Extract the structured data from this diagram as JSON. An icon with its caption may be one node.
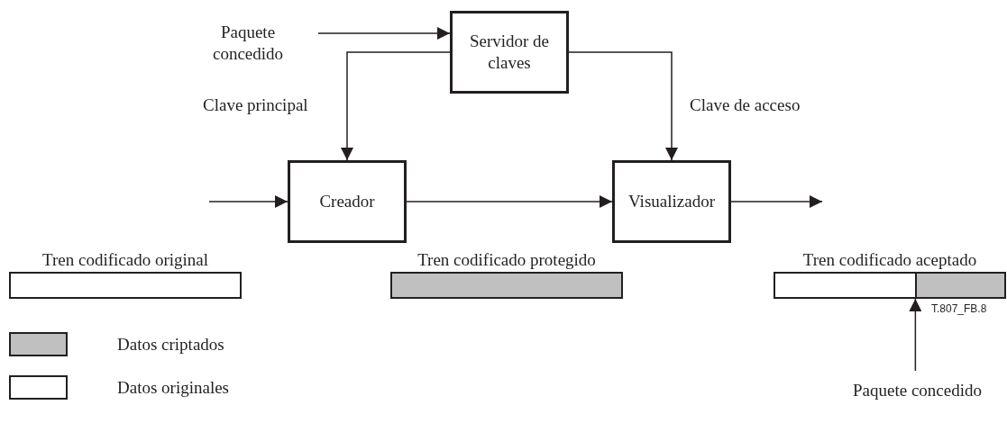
{
  "diagram": {
    "nodes": [
      {
        "text": [
          "Paquete concedido"
        ]
      },
      {
        "text": [
          "Servidor de claves"
        ]
      },
      {
        "text": [
          "Creador"
        ]
      },
      {
        "text": [
          "Visualizador"
        ]
      },
      {
        "text": [
          "Tren codificado original"
        ]
      },
      {
        "text": [
          "Tren codificado protegido"
        ]
      },
      {
        "text": [
          "Tren codificado aceptado"
        ]
      },
      {
        "text": [
          "Paquete concedido"
        ]
      }
    ],
    "edges": [
      {
        "from": 0,
        "to": 1,
        "arrow": "to"
      },
      {
        "from": 1,
        "to": 2,
        "arrow": "to",
        "label": "Clave principal"
      },
      {
        "from": 1,
        "to": 3,
        "arrow": "to",
        "label": "Clave de acceso"
      },
      {
        "from": null,
        "to": 2,
        "arrow": "to"
      },
      {
        "from": 2,
        "to": 3,
        "arrow": "to"
      },
      {
        "from": 3,
        "to": null,
        "arrow": "to"
      },
      {
        "from": 7,
        "to": 6,
        "arrow": "to"
      }
    ],
    "labels": [
      "T.807_FB.8"
    ],
    "legend": [
      {
        "text": "Datos criptados",
        "color": "#c0c0c0"
      },
      {
        "text": "Datos originales",
        "color": "#ffffff"
      }
    ]
  }
}
